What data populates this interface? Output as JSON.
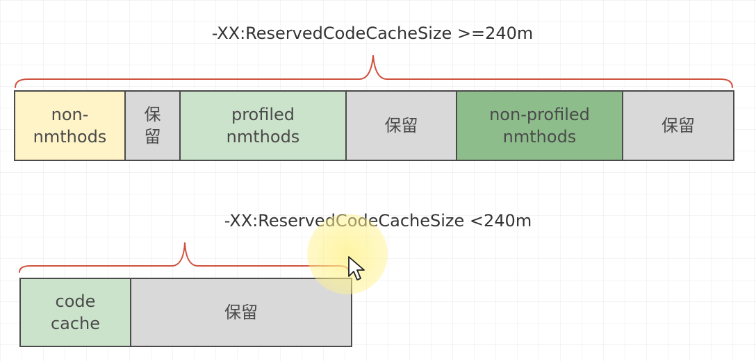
{
  "colors": {
    "brace": "#d0513d",
    "border": "#4a4a4a",
    "text": "#333333",
    "yellow_block": "#fff3c8",
    "light_green_block": "#cce3cb",
    "dark_green_block": "#8ebd8c",
    "gray_block": "#d9d9d9",
    "cursor_highlight": "#fff28c"
  },
  "top_layout": {
    "title": "-XX:ReservedCodeCacheSize >=240m",
    "segments": [
      {
        "label": "non-\nnmthods",
        "color": "#fff3c8"
      },
      {
        "label": "保\n留",
        "color": "#d9d9d9"
      },
      {
        "label": "profiled\nnmthods",
        "color": "#cce3cb"
      },
      {
        "label": "保留",
        "color": "#d9d9d9"
      },
      {
        "label": "non-profiled\nnmthods",
        "color": "#8ebd8c"
      },
      {
        "label": "保留",
        "color": "#d9d9d9"
      }
    ]
  },
  "bottom_layout": {
    "title": "-XX:ReservedCodeCacheSize <240m",
    "segments": [
      {
        "label": "code\ncache",
        "color": "#cce3cb"
      },
      {
        "label": "保留",
        "color": "#d9d9d9"
      }
    ]
  },
  "cursor": {
    "icon": "arrow-pointer-icon",
    "highlight": "yellow-click-highlight"
  }
}
